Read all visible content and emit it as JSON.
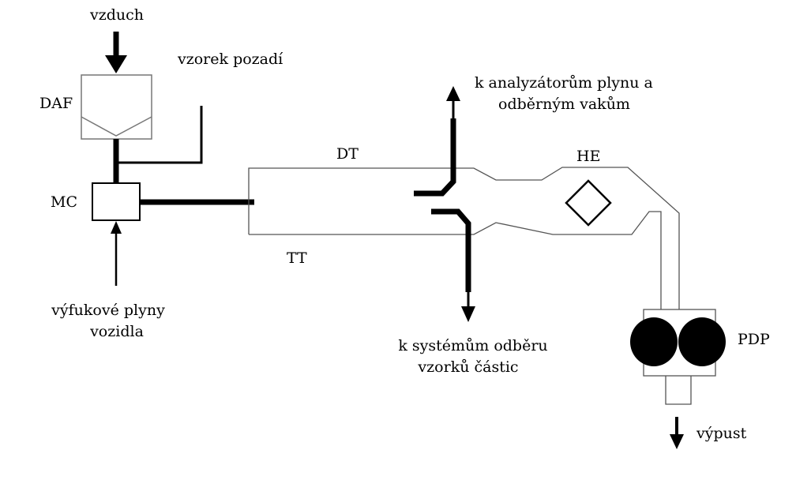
{
  "labels": {
    "air": "vzduch",
    "background_sample": "vzorek pozadí",
    "daf": "DAF",
    "mc": "MC",
    "exhaust_line1": "výfukové plyny",
    "exhaust_line2": "vozidla",
    "dt": "DT",
    "tt": "TT",
    "to_analyzers_line1": "k analyzátorům plynu a",
    "to_analyzers_line2": "odběrným vakům",
    "he": "HE",
    "to_particles_line1": "k systémům odběru",
    "to_particles_line2": "vzorků částic",
    "pdp": "PDP",
    "outlet": "výpust"
  }
}
